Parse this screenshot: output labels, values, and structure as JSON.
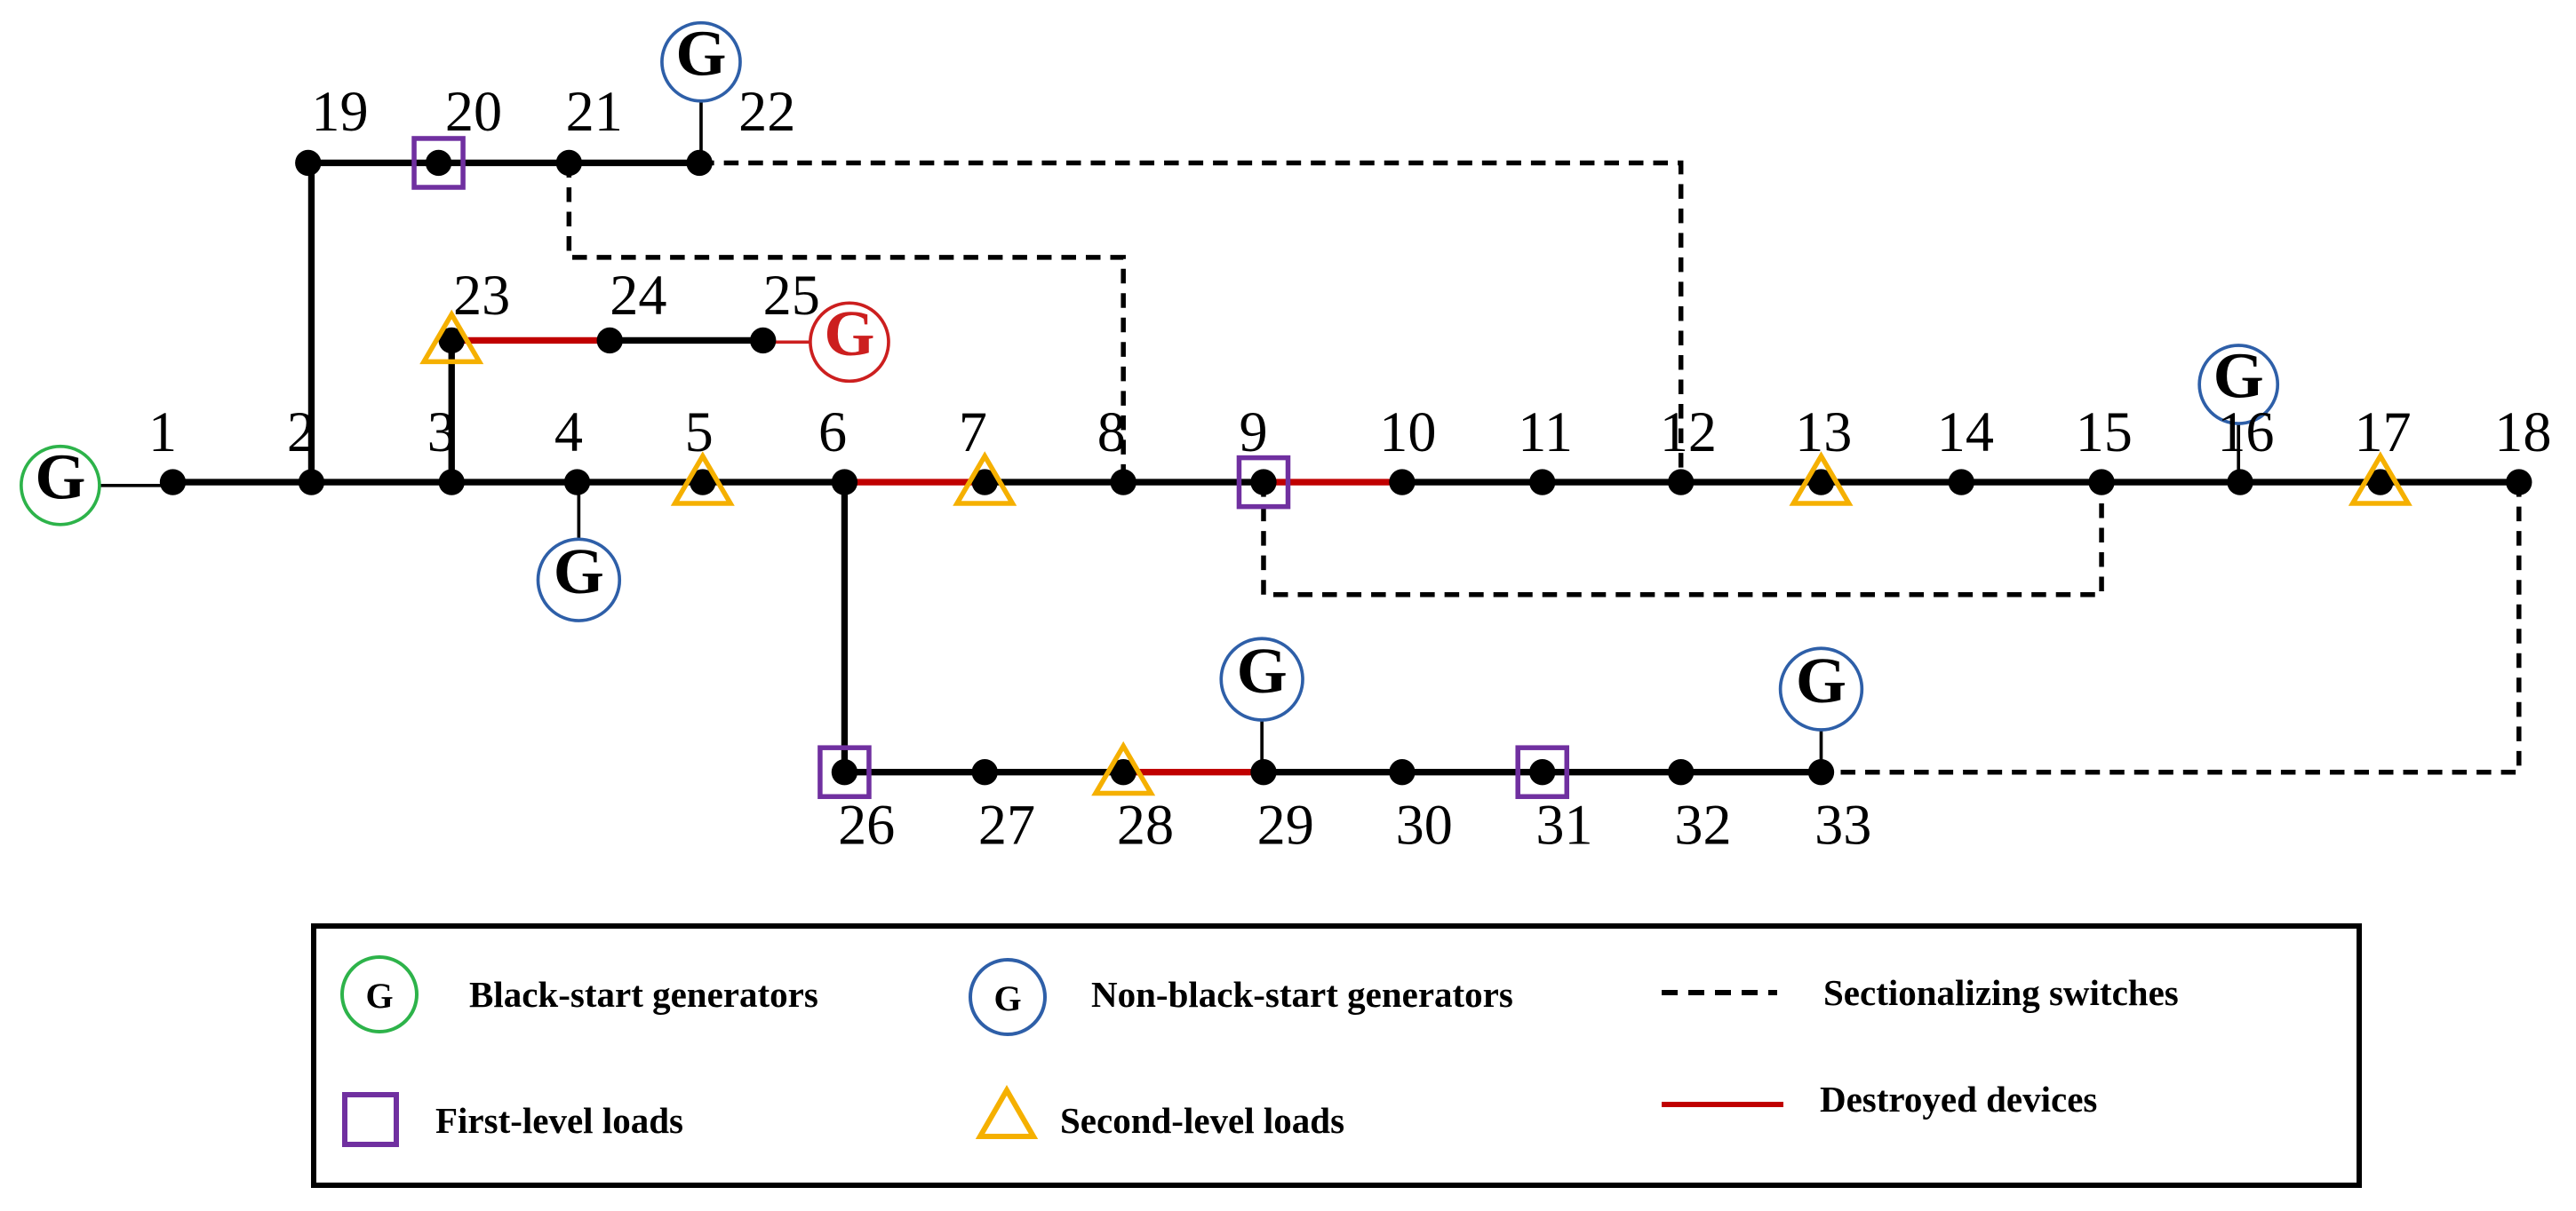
{
  "colors": {
    "line": "#000000",
    "destroyed": "#c00000",
    "black_start": "#2db34a",
    "non_black_start": "#2e5fa8",
    "damaged_generator": "#cc1f1f",
    "first_level": "#7030a0",
    "second_level": "#f5b000"
  },
  "generator_symbol": "G",
  "nodes": [
    {
      "id": "1",
      "label": "1"
    },
    {
      "id": "2",
      "label": "2"
    },
    {
      "id": "3",
      "label": "3"
    },
    {
      "id": "4",
      "label": "4"
    },
    {
      "id": "5",
      "label": "5"
    },
    {
      "id": "6",
      "label": "6"
    },
    {
      "id": "7",
      "label": "7"
    },
    {
      "id": "8",
      "label": "8"
    },
    {
      "id": "9",
      "label": "9"
    },
    {
      "id": "10",
      "label": "10"
    },
    {
      "id": "11",
      "label": "11"
    },
    {
      "id": "12",
      "label": "12"
    },
    {
      "id": "13",
      "label": "13"
    },
    {
      "id": "14",
      "label": "14"
    },
    {
      "id": "15",
      "label": "15"
    },
    {
      "id": "16",
      "label": "16"
    },
    {
      "id": "17",
      "label": "17"
    },
    {
      "id": "18",
      "label": "18"
    },
    {
      "id": "19",
      "label": "19"
    },
    {
      "id": "20",
      "label": "20"
    },
    {
      "id": "21",
      "label": "21"
    },
    {
      "id": "22",
      "label": "22"
    },
    {
      "id": "23",
      "label": "23"
    },
    {
      "id": "24",
      "label": "24"
    },
    {
      "id": "25",
      "label": "25"
    },
    {
      "id": "26",
      "label": "26"
    },
    {
      "id": "27",
      "label": "27"
    },
    {
      "id": "28",
      "label": "28"
    },
    {
      "id": "29",
      "label": "29"
    },
    {
      "id": "30",
      "label": "30"
    },
    {
      "id": "31",
      "label": "31"
    },
    {
      "id": "32",
      "label": "32"
    },
    {
      "id": "33",
      "label": "33"
    }
  ],
  "lines": [
    {
      "from": "1",
      "to": "2",
      "status": "normal"
    },
    {
      "from": "2",
      "to": "3",
      "status": "normal"
    },
    {
      "from": "3",
      "to": "4",
      "status": "normal"
    },
    {
      "from": "4",
      "to": "5",
      "status": "normal"
    },
    {
      "from": "5",
      "to": "6",
      "status": "normal"
    },
    {
      "from": "6",
      "to": "7",
      "status": "destroyed"
    },
    {
      "from": "7",
      "to": "8",
      "status": "normal"
    },
    {
      "from": "8",
      "to": "9",
      "status": "normal"
    },
    {
      "from": "9",
      "to": "10",
      "status": "destroyed"
    },
    {
      "from": "10",
      "to": "11",
      "status": "normal"
    },
    {
      "from": "11",
      "to": "12",
      "status": "normal"
    },
    {
      "from": "12",
      "to": "13",
      "status": "normal"
    },
    {
      "from": "13",
      "to": "14",
      "status": "normal"
    },
    {
      "from": "14",
      "to": "15",
      "status": "normal"
    },
    {
      "from": "15",
      "to": "16",
      "status": "normal"
    },
    {
      "from": "16",
      "to": "17",
      "status": "normal"
    },
    {
      "from": "17",
      "to": "18",
      "status": "normal"
    },
    {
      "from": "2",
      "to": "19",
      "status": "normal"
    },
    {
      "from": "19",
      "to": "20",
      "status": "normal"
    },
    {
      "from": "20",
      "to": "21",
      "status": "normal"
    },
    {
      "from": "21",
      "to": "22",
      "status": "normal"
    },
    {
      "from": "3",
      "to": "23",
      "status": "normal"
    },
    {
      "from": "23",
      "to": "24",
      "status": "destroyed"
    },
    {
      "from": "24",
      "to": "25",
      "status": "normal"
    },
    {
      "from": "6",
      "to": "26",
      "status": "normal"
    },
    {
      "from": "26",
      "to": "27",
      "status": "normal"
    },
    {
      "from": "27",
      "to": "28",
      "status": "normal"
    },
    {
      "from": "28",
      "to": "29",
      "status": "destroyed"
    },
    {
      "from": "29",
      "to": "30",
      "status": "normal"
    },
    {
      "from": "30",
      "to": "31",
      "status": "normal"
    },
    {
      "from": "31",
      "to": "32",
      "status": "normal"
    },
    {
      "from": "32",
      "to": "33",
      "status": "normal"
    }
  ],
  "switches": [
    {
      "from": "21",
      "to": "8"
    },
    {
      "from": "22",
      "to": "12"
    },
    {
      "from": "9",
      "to": "15"
    },
    {
      "from": "18",
      "to": "33"
    }
  ],
  "generators": [
    {
      "bus": "1",
      "type": "black-start"
    },
    {
      "bus": "4",
      "type": "non-black-start"
    },
    {
      "bus": "16",
      "type": "non-black-start"
    },
    {
      "bus": "22",
      "type": "non-black-start"
    },
    {
      "bus": "25",
      "type": "damaged"
    },
    {
      "bus": "29",
      "type": "non-black-start"
    },
    {
      "bus": "33",
      "type": "non-black-start"
    }
  ],
  "first_level_loads": [
    "9",
    "20",
    "26",
    "31"
  ],
  "second_level_loads": [
    "5",
    "7",
    "13",
    "17",
    "23",
    "28"
  ],
  "legend": {
    "black_start": "Black-start generators",
    "non_black_start": "Non-black-start generators",
    "switches": "Sectionalizing switches",
    "first_level": "First-level loads",
    "second_level": "Second-level loads",
    "destroyed": "Destroyed devices"
  }
}
